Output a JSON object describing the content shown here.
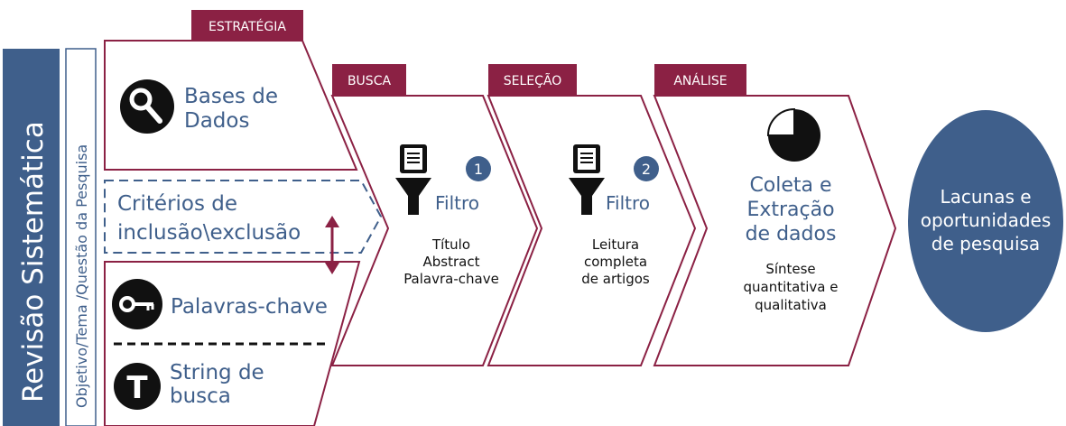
{
  "colors": {
    "navy": "#3f5f8b",
    "maroon": "#8b2144",
    "icon_dark": "#111111",
    "white": "#ffffff"
  },
  "side_title": "Revisão Sistemática",
  "side_subtitle": "Objetivo/Tema /Questão da Pesquisa",
  "strategy": {
    "label": "ESTRATÉGIA",
    "items": [
      {
        "line1": "Bases de",
        "line2": "Dados",
        "icon": "magnifier-icon"
      },
      {
        "line1": "Critérios de",
        "line2": "inclusão\\exclusão",
        "icon": "double-arrow-icon"
      },
      {
        "line1": "Palavras-chave",
        "line2": "",
        "icon": "key-icon"
      },
      {
        "line1": "String de",
        "line2": "busca",
        "icon": "letter-t-icon"
      }
    ]
  },
  "stages": [
    {
      "label": "BUSCA",
      "number": "1",
      "filter": "Filtro",
      "lines": [
        "Título",
        "Abstract",
        "Palavra-chave"
      ],
      "icon": "document-funnel-icon"
    },
    {
      "label": "SELEÇÃO",
      "number": "2",
      "filter": "Filtro",
      "lines": [
        "Leitura",
        "completa",
        "de artigos"
      ],
      "icon": "document-funnel-icon"
    },
    {
      "label": "ANÁLISE",
      "title_lines": [
        "Coleta e",
        "Extração",
        "de dados"
      ],
      "lines": [
        "Síntese",
        "quantitativa e",
        "qualitativa"
      ],
      "icon": "pie-chart-icon"
    }
  ],
  "result": {
    "lines": [
      "Lacunas e",
      "oportunidades",
      "de pesquisa"
    ]
  }
}
